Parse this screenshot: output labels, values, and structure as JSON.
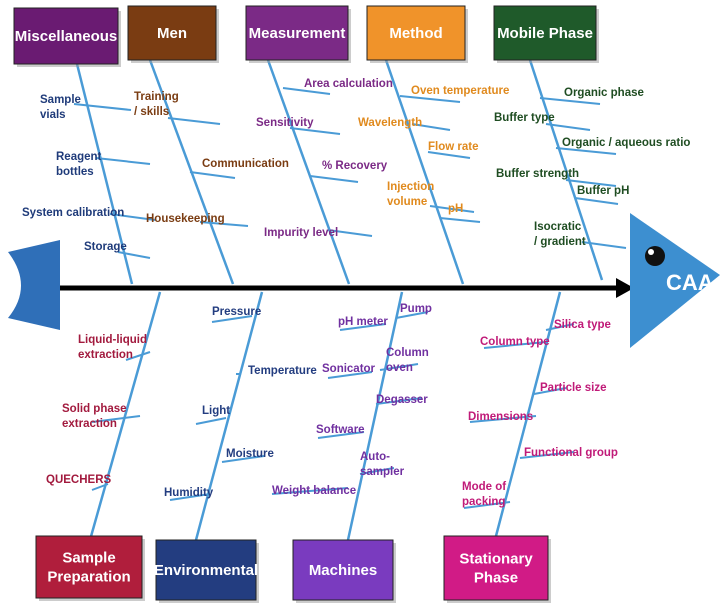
{
  "effect": {
    "label": "CAA"
  },
  "colors": {
    "spine": "#000000",
    "bone": "#4a9bd6",
    "tick": "#4a9bd6",
    "head": "#3d8fd0",
    "tail": "#2f6fb8"
  },
  "categories": [
    {
      "id": "misc",
      "label": "Miscellaneous",
      "fill": "#6a1b72",
      "text": "#1f3b7a",
      "causes": [
        [
          "Sample",
          "vials"
        ],
        [
          "Reagent",
          "bottles"
        ],
        [
          "System calibration"
        ],
        [
          "Storage"
        ]
      ]
    },
    {
      "id": "men",
      "label": "Men",
      "fill": "#7a3c12",
      "text": "#7a3c12",
      "causes": [
        [
          "Training",
          "/ skills"
        ],
        [
          "Communication"
        ],
        [
          "Housekeeping"
        ]
      ]
    },
    {
      "id": "measurement",
      "label": "Measurement",
      "fill": "#7b2a86",
      "text": "#7b2a86",
      "causes": [
        [
          "Area calculation"
        ],
        [
          "Sensitivity"
        ],
        [
          "% Recovery"
        ],
        [
          "Impurity level"
        ]
      ]
    },
    {
      "id": "method",
      "label": "Method",
      "fill": "#f0932a",
      "text": "#e08a1e",
      "causes": [
        [
          "Oven temperature"
        ],
        [
          "Wavelength"
        ],
        [
          "Flow rate"
        ],
        [
          "Injection",
          "volume"
        ],
        [
          "pH"
        ]
      ]
    },
    {
      "id": "mobile",
      "label": "Mobile Phase",
      "fill": "#1f5a2a",
      "text": "#1f4d22",
      "causes": [
        [
          "Organic phase"
        ],
        [
          "Buffer type"
        ],
        [
          "Organic / aqueous ratio"
        ],
        [
          "Buffer strength"
        ],
        [
          "Buffer pH"
        ],
        [
          "Isocratic",
          "/ gradient"
        ]
      ]
    },
    {
      "id": "sample",
      "label": [
        "Sample",
        "Preparation"
      ],
      "fill": "#b01e3c",
      "text": "#a21a3e",
      "causes": [
        [
          "Liquid-liquid",
          "extraction"
        ],
        [
          "Solid phase",
          "extraction"
        ],
        [
          "QUECHERS"
        ]
      ]
    },
    {
      "id": "environmental",
      "label": "Environmental",
      "fill": "#233d80",
      "text": "#233d80",
      "causes": [
        [
          "Pressure"
        ],
        [
          "Temperature"
        ],
        [
          "Light"
        ],
        [
          "Moisture"
        ],
        [
          "Humidity"
        ]
      ]
    },
    {
      "id": "machines",
      "label": "Machines",
      "fill": "#7a3bbf",
      "text": "#7030a0",
      "causes": [
        [
          "pH meter"
        ],
        [
          "Pump"
        ],
        [
          "Column",
          "oven"
        ],
        [
          "Sonicator"
        ],
        [
          "Degasser"
        ],
        [
          "Software"
        ],
        [
          "Auto-",
          "sampler"
        ],
        [
          "Weight balance"
        ]
      ]
    },
    {
      "id": "stationary",
      "label": [
        "Stationary",
        "Phase"
      ],
      "fill": "#d11b86",
      "text": "#c01a78",
      "causes": [
        [
          "Silica type"
        ],
        [
          "Column type"
        ],
        [
          "Particle size"
        ],
        [
          "Dimensions"
        ],
        [
          "Functional group"
        ],
        [
          "Mode of",
          "packing"
        ]
      ]
    }
  ]
}
